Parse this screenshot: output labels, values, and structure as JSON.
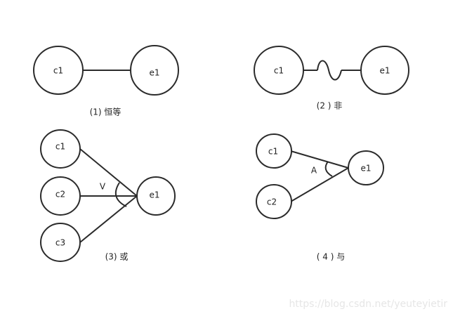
{
  "diagrams": {
    "identity": {
      "caption": "(1) 恒等",
      "cause": "c1",
      "effect": "e1"
    },
    "not": {
      "caption": "(2 ) 非",
      "cause": "c1",
      "effect": "e1"
    },
    "or": {
      "caption": "(3) 或",
      "causes": [
        "c1",
        "c2",
        "c3"
      ],
      "operator": "V",
      "effect": "e1"
    },
    "and": {
      "caption": "( 4 ) 与",
      "causes": [
        "c1",
        "c2"
      ],
      "operator": "A",
      "effect": "e1"
    }
  },
  "watermark": "https://blog.csdn.net/yeuteyietir"
}
